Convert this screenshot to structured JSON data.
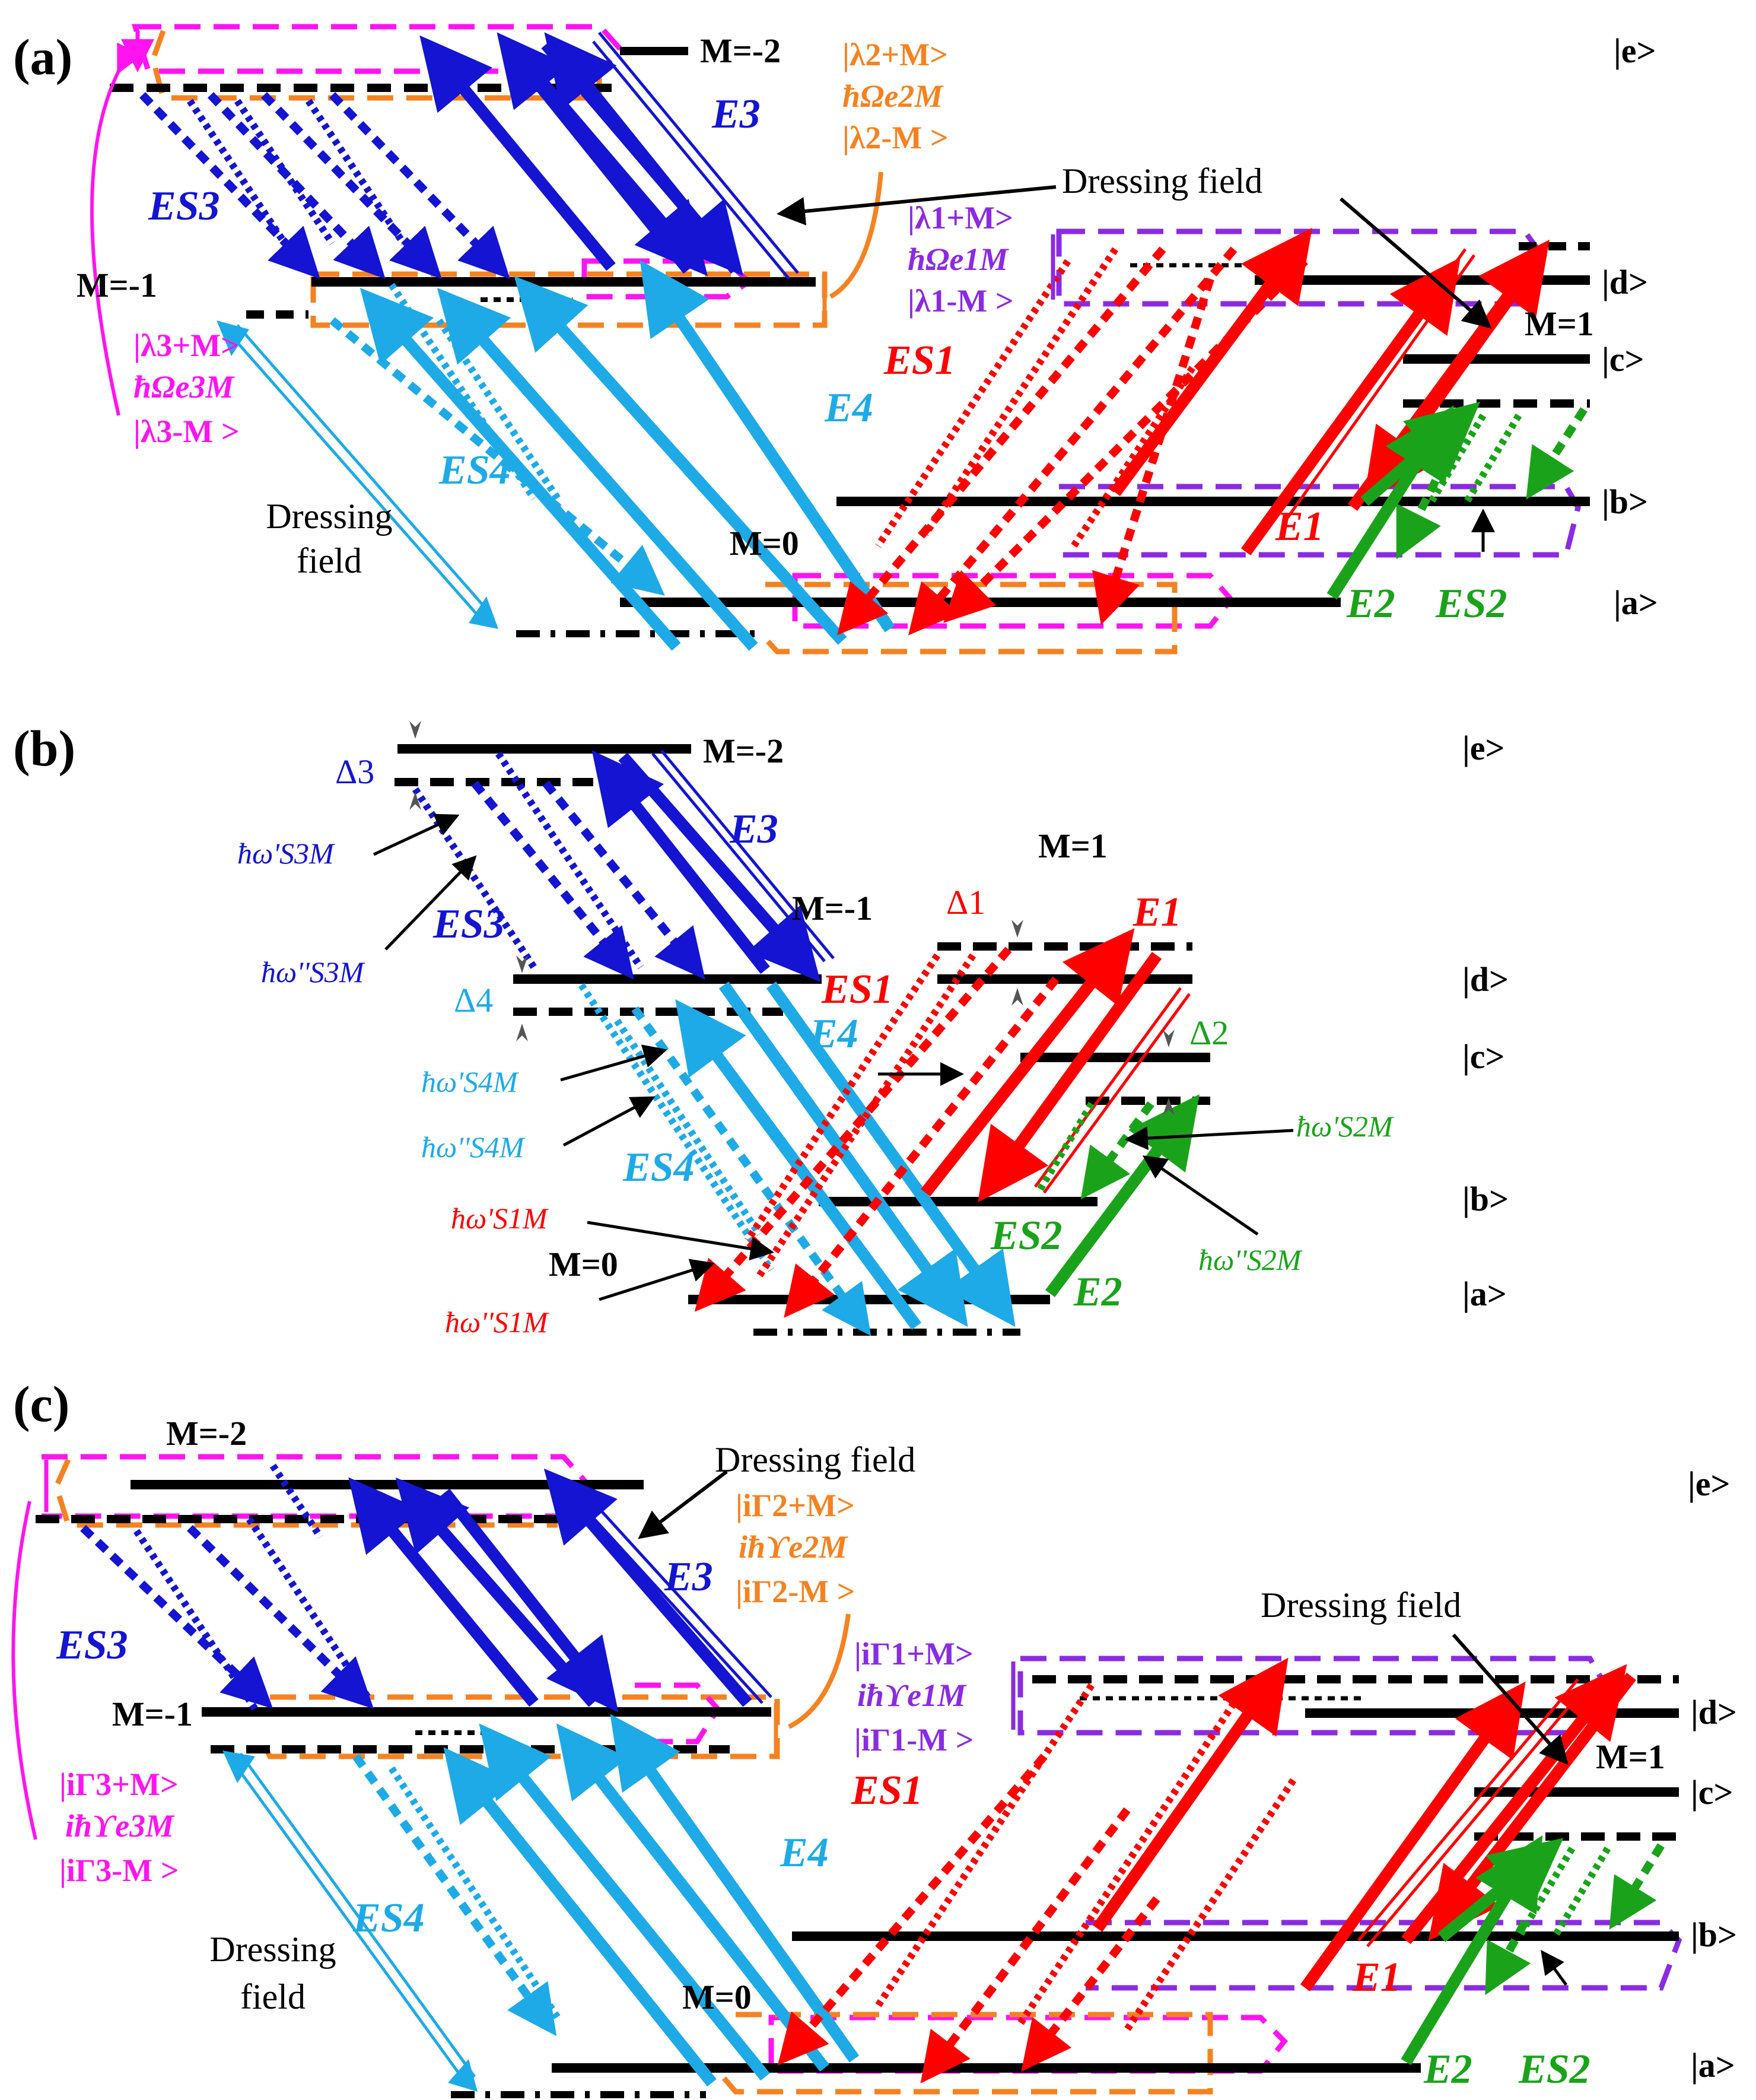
{
  "colors": {
    "level": "#000000",
    "e1": "#ff0000",
    "e2": "#1aa31a",
    "e3": "#1414d2",
    "e4": "#1eaae6",
    "orange": "#f58220",
    "magenta": "#ff14f0",
    "purple": "#8a2be2"
  },
  "panels": [
    {
      "id": "a",
      "label": "(a)",
      "states": {
        "e": "|e>",
        "d": "|d>",
        "c": "|c>",
        "b": "|b>",
        "a": "|a>"
      },
      "m_labels": {
        "m_minus2": "M=-2",
        "m_minus1": "M=-1",
        "m0": "M=0",
        "m1": "M=1"
      },
      "fields": {
        "E1": "E1",
        "E2": "E2",
        "E3": "E3",
        "E4": "E4",
        "ES1": "ES1",
        "ES2": "ES2",
        "ES3": "ES3",
        "ES4": "ES4"
      },
      "dressed": {
        "e2": [
          "|λ2+M>",
          "ħΩe2M",
          "|λ2-M >"
        ],
        "e1": [
          "|λ1+M>",
          "ħΩe1M",
          "|λ1-M >"
        ],
        "e3": [
          "|λ3+M>",
          "ħΩe3M",
          "|λ3-M >"
        ]
      },
      "notes": {
        "dressing_top": "Dressing field",
        "dressing_left_1": "Dressing",
        "dressing_left_2": "field"
      }
    },
    {
      "id": "b",
      "label": "(b)",
      "states": {
        "e": "|e>",
        "d": "|d>",
        "c": "|c>",
        "b": "|b>",
        "a": "|a>"
      },
      "m_labels": {
        "m_minus2": "M=-2",
        "m_minus1": "M=-1",
        "m0": "M=0",
        "m1": "M=1"
      },
      "fields": {
        "E1": "E1",
        "E2": "E2",
        "E3": "E3",
        "E4": "E4",
        "ES1": "ES1",
        "ES2": "ES2",
        "ES3": "ES3",
        "ES4": "ES4"
      },
      "detunings": {
        "d1": "Δ1",
        "d2": "Δ2",
        "d3": "Δ3",
        "d4": "Δ4"
      },
      "omegas": {
        "s3p": "ħω'S3M",
        "s3pp": "ħω''S3M",
        "s4p": "ħω'S4M",
        "s4pp": "ħω''S4M",
        "s1p": "ħω'S1M",
        "s1pp": "ħω''S1M",
        "s2p": "ħω'S2M",
        "s2pp": "ħω''S2M"
      }
    },
    {
      "id": "c",
      "label": "(c)",
      "states": {
        "e": "|e>",
        "d": "|d>",
        "c": "|c>",
        "b": "|b>",
        "a": "|a>"
      },
      "m_labels": {
        "m_minus2": "M=-2",
        "m_minus1": "M=-1",
        "m0": "M=0",
        "m1": "M=1"
      },
      "fields": {
        "E1": "E1",
        "E2": "E2",
        "E3": "E3",
        "E4": "E4",
        "ES1": "ES1",
        "ES2": "ES2",
        "ES3": "ES3",
        "ES4": "ES4"
      },
      "dressed": {
        "e2": [
          "|iΓ2+M>",
          "iħϒe2M",
          "|iΓ2-M >"
        ],
        "e1": [
          "|iΓ1+M>",
          "iħϒe1M",
          "|iΓ1-M >"
        ],
        "e3": [
          "|iΓ3+M>",
          "iħϒe3M",
          "|iΓ3-M >"
        ]
      },
      "notes": {
        "dressing_top": "Dressing field",
        "dressing_right": "Dressing field",
        "dressing_left_1": "Dressing",
        "dressing_left_2": "field"
      }
    }
  ]
}
